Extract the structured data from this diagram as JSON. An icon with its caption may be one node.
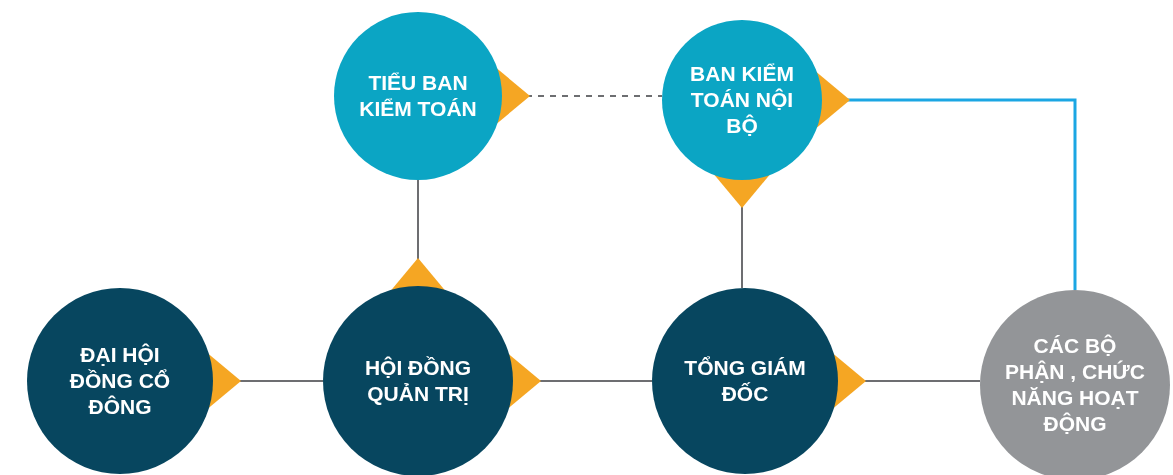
{
  "diagram": {
    "nodes": [
      {
        "text": [
          "TIỂU BAN KIỂM TOÁN"
        ]
      },
      {
        "text": [
          "BAN KIỂM TOÁN NỘI BỘ"
        ]
      },
      {
        "text": [
          "ĐẠI HỘI ĐỒNG CỔ ĐÔNG"
        ]
      },
      {
        "text": [
          "HỘI ĐỒNG QUẢN TRỊ"
        ]
      },
      {
        "text": [
          "TỔNG GIÁM ĐỐC"
        ]
      },
      {
        "text": [
          "CÁC BỘ PHẬN , CHỨC NĂNG HOẠT ĐỘNG"
        ]
      }
    ],
    "edges": [
      {
        "from": 2,
        "to": 3,
        "arrow": "none"
      },
      {
        "from": 3,
        "to": 4,
        "arrow": "none"
      },
      {
        "from": 4,
        "to": 5,
        "arrow": "none"
      },
      {
        "from": 3,
        "to": 0,
        "arrow": "none"
      },
      {
        "from": 1,
        "to": 4,
        "arrow": "none"
      },
      {
        "from": 0,
        "to": 1,
        "arrow": "none",
        "style": "dashed"
      },
      {
        "from": 1,
        "to": 5,
        "arrow": "none",
        "color": "#1ba6e3"
      }
    ]
  }
}
